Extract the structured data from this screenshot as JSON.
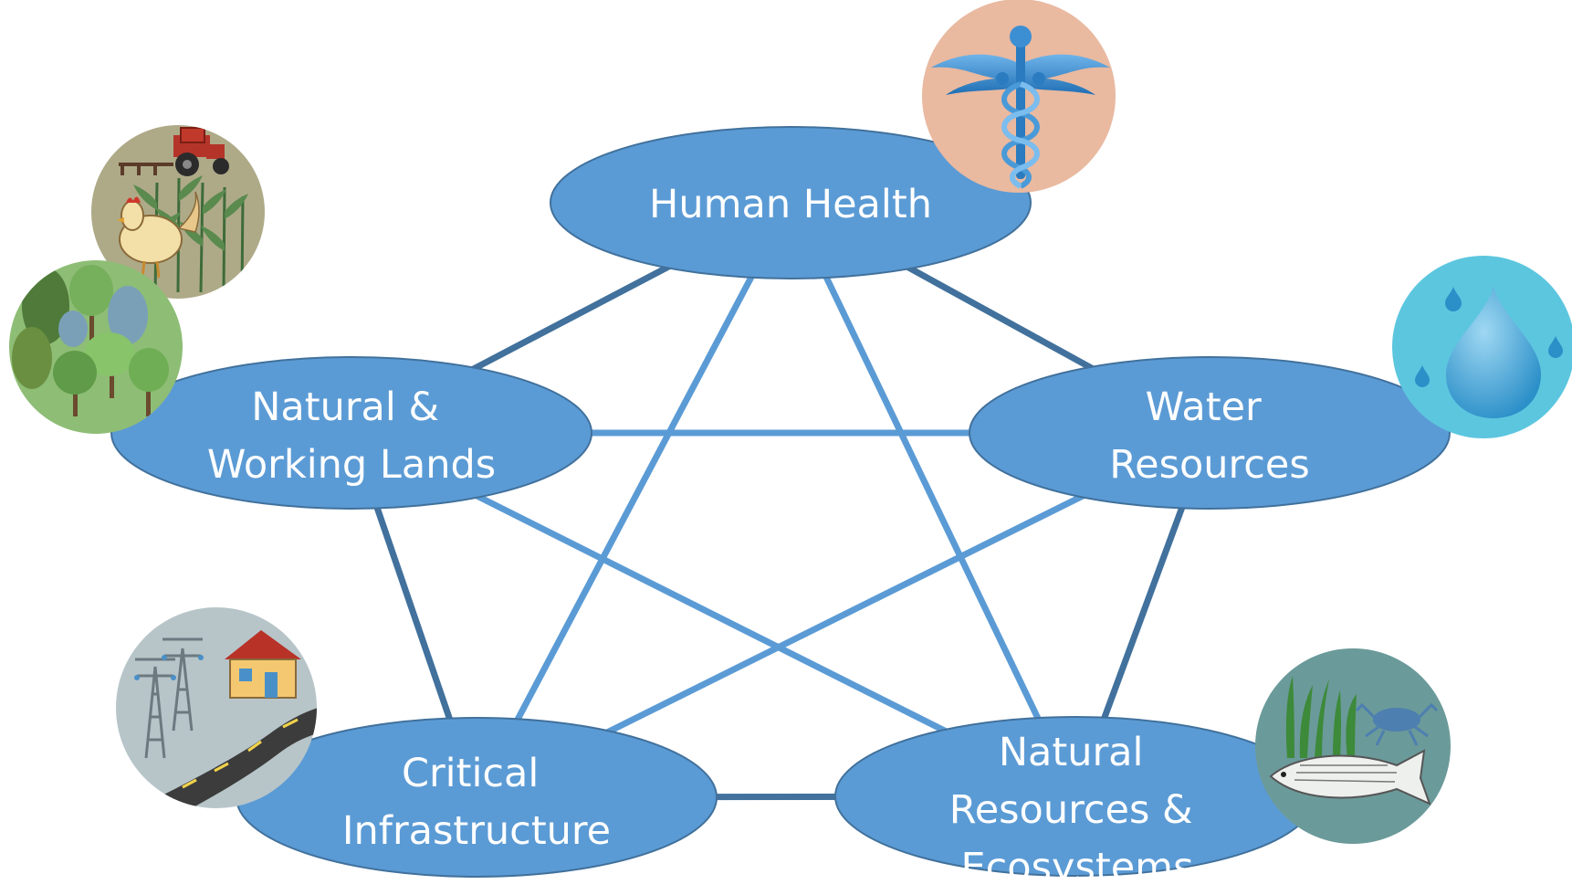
{
  "colors": {
    "node_fill": "#5b9bd5",
    "node_stroke": "#41719c",
    "edge_outer": "#41719c",
    "edge_inner": "#5b9bd5",
    "label": "#ffffff"
  },
  "nodes": [
    {
      "id": "human-health",
      "lines": [
        "Human Health"
      ],
      "icon": "caduceus-icon"
    },
    {
      "id": "water-resources",
      "lines": [
        "Water",
        "Resources"
      ],
      "icon": "water-drop-icon"
    },
    {
      "id": "natural-resources-ecosystems",
      "lines": [
        "Natural",
        "Resources &",
        "Ecosystems"
      ],
      "icon": "fish-crab-seagrass-icon"
    },
    {
      "id": "critical-infrastructure",
      "lines": [
        "Critical",
        "Infrastructure"
      ],
      "icon": "power-tower-house-road-icon"
    },
    {
      "id": "natural-working-lands",
      "lines": [
        "Natural &",
        "Working Lands"
      ],
      "icon": "forest-farm-icon"
    }
  ],
  "edges": [
    {
      "from": "human-health",
      "to": "water-resources",
      "kind": "outer"
    },
    {
      "from": "water-resources",
      "to": "natural-resources-ecosystems",
      "kind": "outer"
    },
    {
      "from": "natural-resources-ecosystems",
      "to": "critical-infrastructure",
      "kind": "outer"
    },
    {
      "from": "critical-infrastructure",
      "to": "natural-working-lands",
      "kind": "outer"
    },
    {
      "from": "natural-working-lands",
      "to": "human-health",
      "kind": "outer"
    },
    {
      "from": "human-health",
      "to": "critical-infrastructure",
      "kind": "inner"
    },
    {
      "from": "human-health",
      "to": "natural-resources-ecosystems",
      "kind": "inner"
    },
    {
      "from": "natural-working-lands",
      "to": "water-resources",
      "kind": "inner"
    },
    {
      "from": "natural-working-lands",
      "to": "natural-resources-ecosystems",
      "kind": "inner"
    },
    {
      "from": "water-resources",
      "to": "critical-infrastructure",
      "kind": "inner"
    }
  ]
}
